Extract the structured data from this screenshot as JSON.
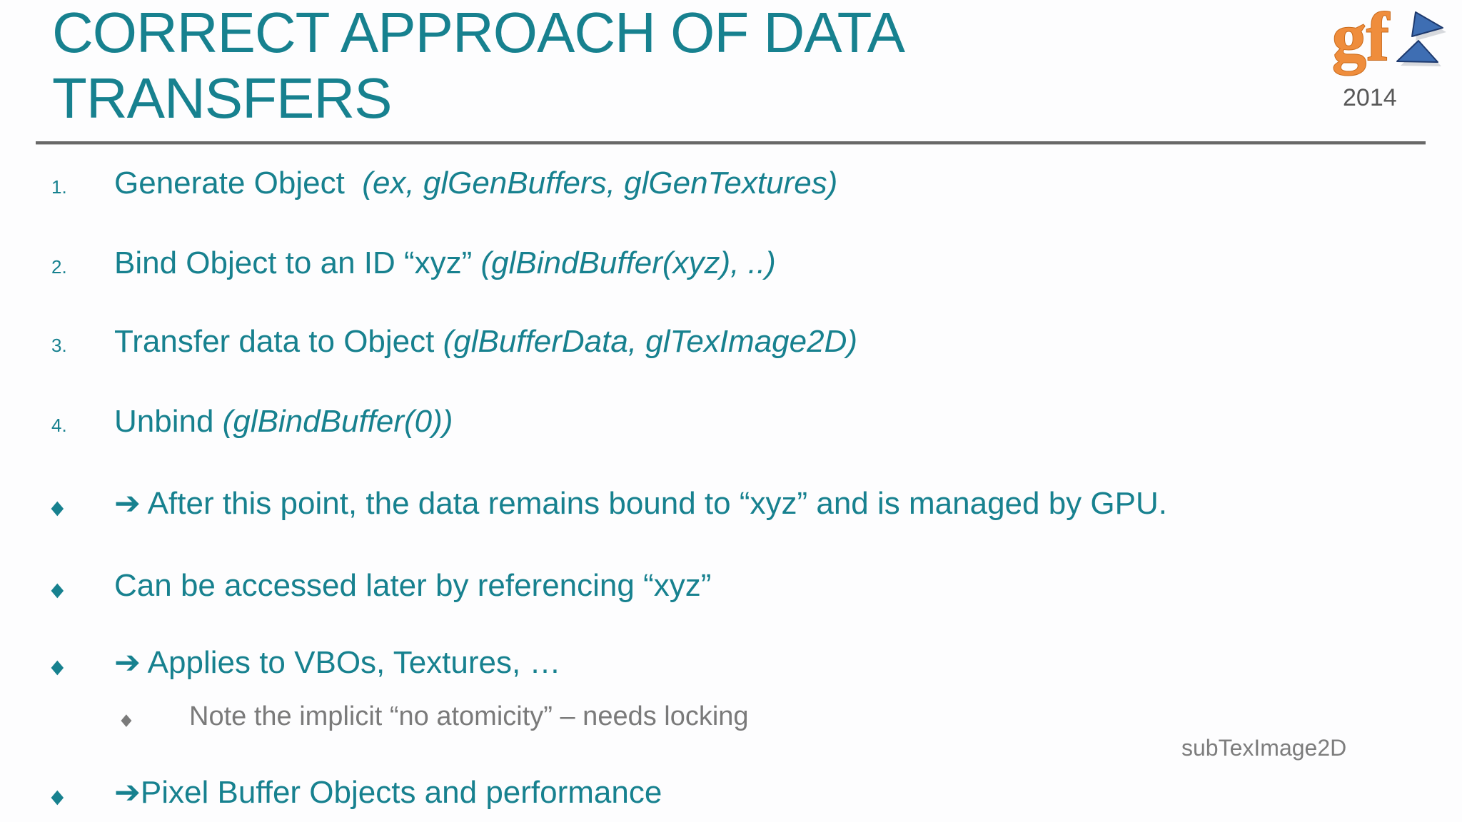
{
  "title": {
    "text": "CORRECT APPROACH OF DATA TRANSFERS"
  },
  "logo": {
    "monogram": "gf",
    "year": "2014",
    "orange": "#ef8d3c",
    "orange_outline": "#c96a1a",
    "blue": "#3e6eb3",
    "blue_outline": "#1e3a6e"
  },
  "colors": {
    "accent_teal": "#17818f",
    "gray_text": "#7a7a7a",
    "divider_gray": "#686868"
  },
  "annotation": {
    "label": "subTexImage2D"
  },
  "rows": [
    {
      "marker": "1.",
      "marker_type": "number",
      "tone": "teal",
      "segments": [
        {
          "text": "Generate Object  "
        },
        {
          "text": "(ex, glGenBuffers, glGenTextures)",
          "italic": true
        }
      ]
    },
    {
      "marker": "2.",
      "marker_type": "number",
      "tone": "teal",
      "segments": [
        {
          "text": "Bind Object to an ID “xyz” "
        },
        {
          "text": "(glBindBuffer(xyz), ..)",
          "italic": true
        }
      ]
    },
    {
      "marker": "3.",
      "marker_type": "number",
      "tone": "teal",
      "segments": [
        {
          "text": "Transfer data to Object "
        },
        {
          "text": "(glBufferData, glTexImage2D)",
          "italic": true
        }
      ]
    },
    {
      "marker": "4.",
      "marker_type": "number",
      "tone": "teal",
      "segments": [
        {
          "text": "Unbind "
        },
        {
          "text": "(glBindBuffer(0))",
          "italic": true
        }
      ]
    },
    {
      "marker": "◆",
      "marker_type": "diamond",
      "tone": "teal",
      "segments": [
        {
          "text": "➔",
          "arrow": true
        },
        {
          "text": " After this point, the data remains bound to “xyz” and is managed by GPU."
        }
      ]
    },
    {
      "marker": "◆",
      "marker_type": "diamond",
      "tone": "teal",
      "segments": [
        {
          "text": "Can be accessed later by referencing “xyz”"
        }
      ]
    },
    {
      "marker": "◆",
      "marker_type": "diamond",
      "tone": "teal",
      "segments": [
        {
          "text": "➔",
          "arrow": true
        },
        {
          "text": " Applies to VBOs, Textures, …"
        }
      ]
    },
    {
      "marker": "◆",
      "marker_type": "diamond",
      "tone": "gray",
      "sub": true,
      "segments": [
        {
          "text": "Note the implicit “no atomicity” – needs locking"
        }
      ]
    },
    {
      "marker": "◆",
      "marker_type": "diamond",
      "tone": "teal",
      "segments": [
        {
          "text": "➔",
          "arrow": true
        },
        {
          "text": "Pixel Buffer Objects and performance"
        }
      ]
    }
  ]
}
